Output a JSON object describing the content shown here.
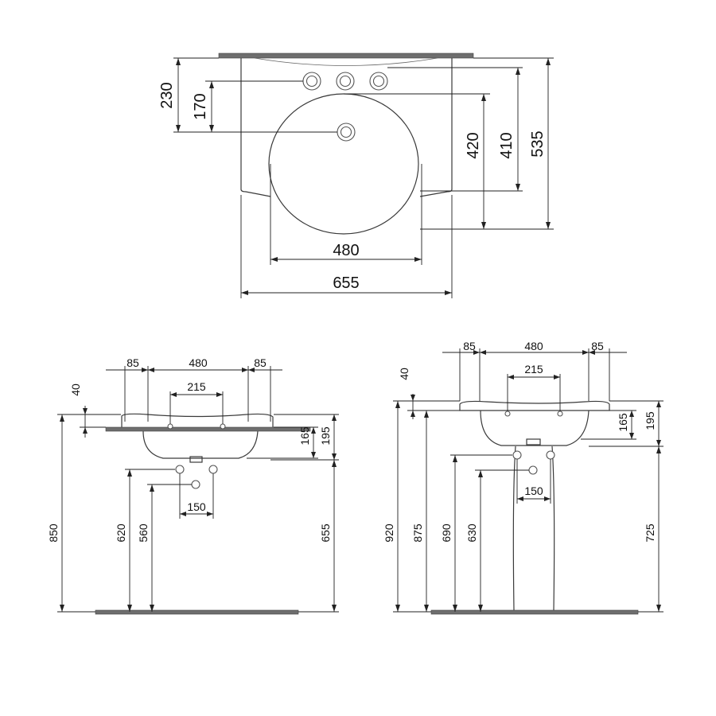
{
  "top_view": {
    "dims": {
      "d230": "230",
      "d170": "170",
      "d420": "420",
      "d410": "410",
      "d535": "535",
      "d480": "480",
      "d655": "655"
    }
  },
  "side_view": {
    "dims": {
      "d85a": "85",
      "d480": "480",
      "d85b": "85",
      "d215": "215",
      "d40": "40",
      "d165": "165",
      "d195": "195",
      "d150": "150",
      "d850": "850",
      "d620": "620",
      "d560": "560",
      "d655": "655"
    }
  },
  "pedestal_view": {
    "dims": {
      "d85a": "85",
      "d480": "480",
      "d85b": "85",
      "d215": "215",
      "d40": "40",
      "d165": "165",
      "d195": "195",
      "d150": "150",
      "d920": "920",
      "d875": "875",
      "d690": "690",
      "d630": "630",
      "d725": "725"
    }
  }
}
